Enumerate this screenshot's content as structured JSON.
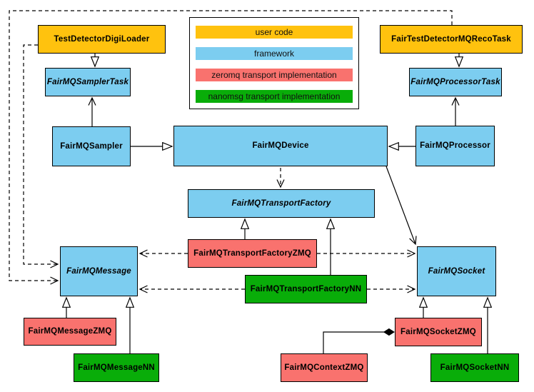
{
  "colors": {
    "usercode": "#FFC20E",
    "framework": "#7CCDF0",
    "zeromq": "#F9726E",
    "nanomsg": "#09AD09",
    "line": "#000000",
    "background": "#FFFFFF"
  },
  "diagram": {
    "legend": {
      "items": [
        {
          "label": "user code",
          "type": "usercode"
        },
        {
          "label": "framework",
          "type": "framework"
        },
        {
          "label": "zeromq transport implementation",
          "type": "zeromq"
        },
        {
          "label": "nanomsg transport implementation",
          "type": "nanomsg"
        }
      ]
    },
    "nodes": {
      "digiloader": {
        "label": "TestDetectorDigiLoader",
        "type": "usercode",
        "abstract": false
      },
      "recotask": {
        "label": "FairTestDetectorMQRecoTask",
        "type": "usercode",
        "abstract": false
      },
      "samplertask": {
        "label": "FairMQSamplerTask",
        "type": "framework",
        "abstract": true
      },
      "processortask": {
        "label": "FairMQProcessorTask",
        "type": "framework",
        "abstract": true
      },
      "sampler": {
        "label": "FairMQSampler",
        "type": "framework",
        "abstract": false
      },
      "device": {
        "label": "FairMQDevice",
        "type": "framework",
        "abstract": false
      },
      "processor": {
        "label": "FairMQProcessor",
        "type": "framework",
        "abstract": false
      },
      "transportfactory": {
        "label": "FairMQTransportFactory",
        "type": "framework",
        "abstract": true
      },
      "message": {
        "label": "FairMQMessage",
        "type": "framework",
        "abstract": true
      },
      "socket": {
        "label": "FairMQSocket",
        "type": "framework",
        "abstract": true
      },
      "tfzmq": {
        "label": "FairMQTransportFactoryZMQ",
        "type": "zeromq",
        "abstract": false
      },
      "tfnn": {
        "label": "FairMQTransportFactoryNN",
        "type": "nanomsg",
        "abstract": false
      },
      "messagezmq": {
        "label": "FairMQMessageZMQ",
        "type": "zeromq",
        "abstract": false
      },
      "messagenn": {
        "label": "FairMQMessageNN",
        "type": "nanomsg",
        "abstract": false
      },
      "contextzmq": {
        "label": "FairMQContextZMQ",
        "type": "zeromq",
        "abstract": false
      },
      "socketzmq": {
        "label": "FairMQSocketZMQ",
        "type": "zeromq",
        "abstract": false
      },
      "socketnn": {
        "label": "FairMQSocketNN",
        "type": "nanomsg",
        "abstract": false
      }
    },
    "edges": [
      {
        "from": "TestDetectorDigiLoader",
        "to": "FairMQSamplerTask",
        "relation": "inheritance"
      },
      {
        "from": "FairTestDetectorMQRecoTask",
        "to": "FairMQProcessorTask",
        "relation": "inheritance"
      },
      {
        "from": "FairMQSampler",
        "to": "FairMQDevice",
        "relation": "inheritance"
      },
      {
        "from": "FairMQProcessor",
        "to": "FairMQDevice",
        "relation": "inheritance"
      },
      {
        "from": "FairMQSampler",
        "to": "FairMQSamplerTask",
        "relation": "association"
      },
      {
        "from": "FairMQProcessor",
        "to": "FairMQProcessorTask",
        "relation": "association"
      },
      {
        "from": "FairMQDevice",
        "to": "FairMQTransportFactory",
        "relation": "dependency"
      },
      {
        "from": "FairMQDevice",
        "to": "FairMQSocket",
        "relation": "association"
      },
      {
        "from": "TestDetectorDigiLoader",
        "to": "FairMQMessage",
        "relation": "dependency"
      },
      {
        "from": "FairTestDetectorMQRecoTask",
        "to": "FairMQMessage",
        "relation": "dependency"
      },
      {
        "from": "FairMQTransportFactoryZMQ",
        "to": "FairMQTransportFactory",
        "relation": "inheritance"
      },
      {
        "from": "FairMQTransportFactoryNN",
        "to": "FairMQTransportFactory",
        "relation": "inheritance"
      },
      {
        "from": "FairMQTransportFactoryZMQ",
        "to": "FairMQMessage",
        "relation": "dependency"
      },
      {
        "from": "FairMQTransportFactoryZMQ",
        "to": "FairMQSocket",
        "relation": "dependency"
      },
      {
        "from": "FairMQTransportFactoryNN",
        "to": "FairMQMessage",
        "relation": "dependency"
      },
      {
        "from": "FairMQTransportFactoryNN",
        "to": "FairMQSocket",
        "relation": "dependency"
      },
      {
        "from": "FairMQMessageZMQ",
        "to": "FairMQMessage",
        "relation": "inheritance"
      },
      {
        "from": "FairMQMessageNN",
        "to": "FairMQMessage",
        "relation": "inheritance"
      },
      {
        "from": "FairMQSocketZMQ",
        "to": "FairMQSocket",
        "relation": "inheritance"
      },
      {
        "from": "FairMQSocketNN",
        "to": "FairMQSocket",
        "relation": "inheritance"
      },
      {
        "from": "FairMQContextZMQ",
        "to": "FairMQSocketZMQ",
        "relation": "composition"
      }
    ]
  }
}
